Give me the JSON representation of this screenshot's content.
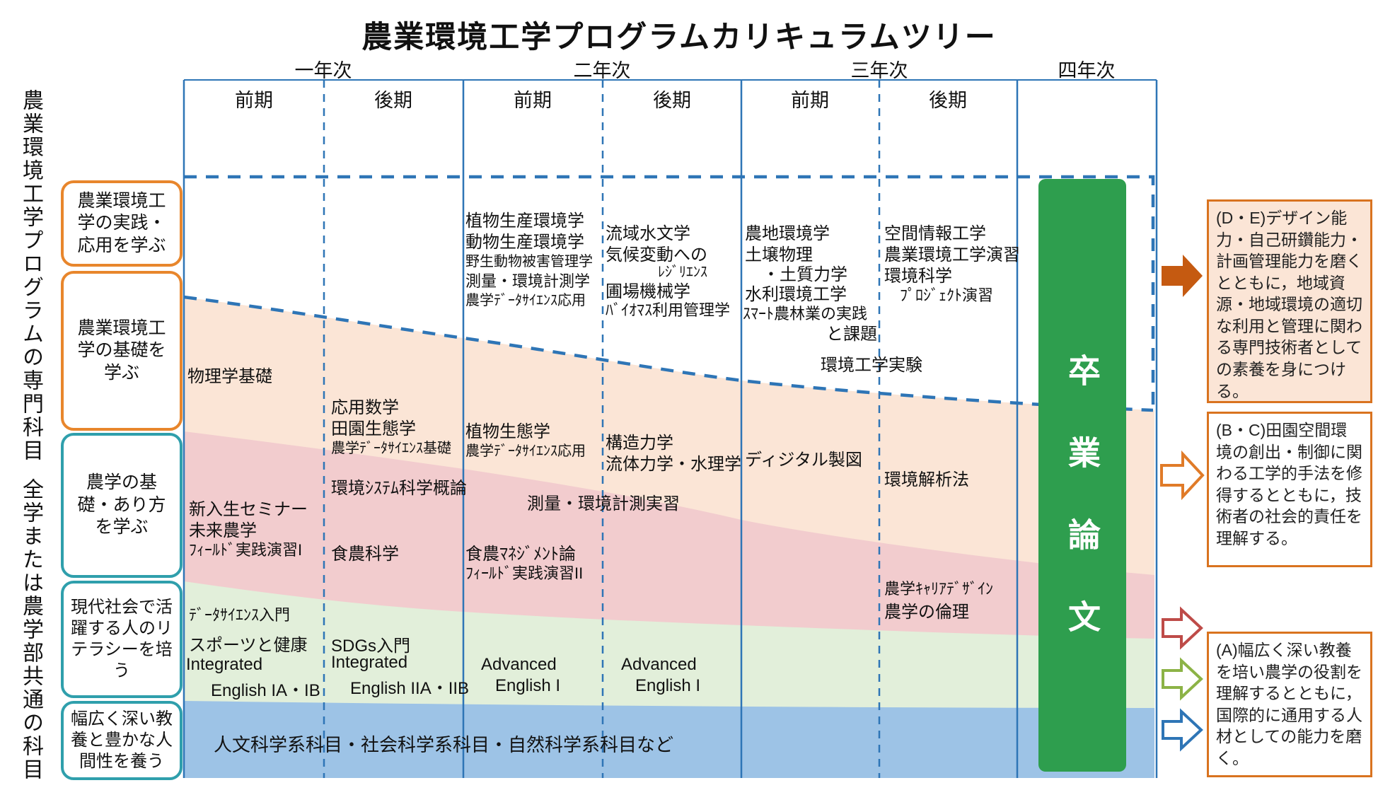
{
  "title": "農業環境工学プログラムカリキュラムツリー",
  "axis": {
    "years": [
      "一年次",
      "二年次",
      "三年次",
      "四年次"
    ],
    "semesters": [
      "前期",
      "後期",
      "前期",
      "後期",
      "前期",
      "後期"
    ]
  },
  "left_axis": {
    "specialized": "農業環境工学プログラムの専門科目",
    "common": "全学または農学部共通の科目"
  },
  "categories": [
    {
      "label": "農業環境工学の実践・応用を学ぶ",
      "color": "orange"
    },
    {
      "label": "農業環境工学の基礎を学ぶ",
      "color": "orange"
    },
    {
      "label": "農学の基礎・あり方を学ぶ",
      "color": "teal"
    },
    {
      "label": "現代社会で活躍する人のリテラシーを培う",
      "color": "teal"
    },
    {
      "label": "幅広く深い教養と豊かな人間性を養う",
      "color": "teal"
    }
  ],
  "thesis_label": "卒業論文",
  "courses": {
    "y1s1": [
      "物理学基礎",
      "新入生セミナー",
      "未来農学",
      "ﾌｨｰﾙﾄﾞ実践演習I",
      "ﾃﾞｰﾀｻｲｴﾝｽ入門",
      "スポーツと健康",
      "Integrated",
      "English IA・IB"
    ],
    "y1s2": [
      "応用数学",
      "田園生態学",
      "農学ﾃﾞｰﾀｻｲｴﾝｽ基礎",
      "環境ｼｽﾃﾑ科学概論",
      "食農科学",
      "SDGs入門",
      "Integrated",
      "English IIA・IIB"
    ],
    "y2s1": [
      "植物生産環境学",
      "動物生産環境学",
      "野生動物被害管理学",
      "測量・環境計測学",
      "農学ﾃﾞｰﾀｻｲｴﾝｽ応用",
      "植物生態学",
      "農学ﾃﾞｰﾀｻｲｴﾝｽ応用",
      "測量・環境計測実習",
      "食農ﾏﾈｼﾞﾒﾝﾄ論",
      "ﾌｨｰﾙﾄﾞ実践演習II",
      "Advanced",
      "English I"
    ],
    "y2s2": [
      "流域水文学",
      "気候変動への",
      "ﾚｼﾞﾘｴﾝｽ",
      "圃場機械学",
      "ﾊﾞｲｵﾏｽ利用管理学",
      "構造力学",
      "流体力学・水理学",
      "Advanced",
      "English I"
    ],
    "y3s1": [
      "農地環境学",
      "土壌物理",
      "・土質力学",
      "水利環境工学",
      "ｽﾏｰﾄ農林業の実践",
      "と課題",
      "環境工学実験",
      "ディジタル製図"
    ],
    "y3s2": [
      "空間情報工学",
      "農業環境工学演習",
      "環境科学",
      "ﾌﾟﾛｼﾞｪｸﾄ演習",
      "環境解析法",
      "農学ｷｬﾘｱﾃﾞｻﾞｲﾝ",
      "農学の倫理"
    ]
  },
  "general_band": "人文科学系科目・社会科学系科目・自然科学系科目など",
  "outcomes": [
    {
      "id": "DE",
      "text": "(D・E)デザイン能力・自己研鑽能力・計画管理能力を磨くとともに，地域資源・地域環境の適切な利用と管理に関わる専門技術者としての素養を身につける。"
    },
    {
      "id": "BC",
      "text": "(B・C)田園空間環境の創出・制御に関わる工学的手法を修得するとともに，技術者の社会的責任を理解する。"
    },
    {
      "id": "A",
      "text": "(A)幅広く深い教養を培い農学の役割を理解するとともに，国際的に通用する人材としての能力を磨く。"
    }
  ],
  "colors": {
    "grid_blue": "#2E75B6",
    "band_basics": "#FBE5D6",
    "band_agri_foundation": "#F2CCCE",
    "band_literacy": "#E2EFDA",
    "band_general": "#9DC3E6",
    "thesis_green": "#2E9E4E",
    "accent_orange": "#D9731F",
    "category_orange": "#E8862C",
    "category_teal": "#2F9FAC",
    "arrow_filled_orange": "#C55A11",
    "arrow_red": "#BE4B48",
    "arrow_green": "#8CB346",
    "arrow_blue": "#2E75B6"
  }
}
